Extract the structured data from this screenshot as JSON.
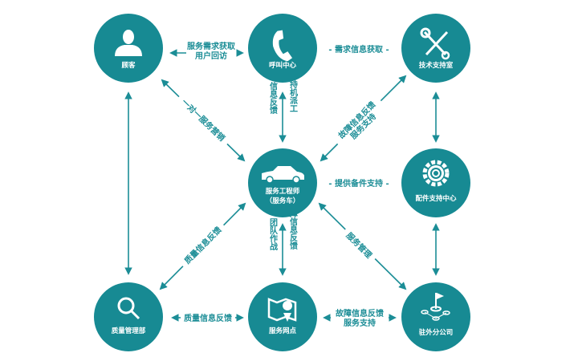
{
  "colors": {
    "node": "#178a93",
    "label": "#1b8d96"
  },
  "nodes": {
    "customer": {
      "label": "顾客",
      "icon": "user-icon"
    },
    "call_center": {
      "label": "呼叫中心",
      "icon": "phone-icon"
    },
    "tech_support": {
      "label": "技术支持室",
      "icon": "tools-icon"
    },
    "engineer": {
      "label1": "服务工程师",
      "label2": "（服务车）",
      "icon": "car-icon"
    },
    "parts_center": {
      "label": "配件支持中心",
      "icon": "gear-icon"
    },
    "quality_dept": {
      "label": "质量管理部",
      "icon": "search-icon"
    },
    "service_point": {
      "label": "服务网点",
      "icon": "map-pin-icon"
    },
    "branch_office": {
      "label": "驻外分公司",
      "icon": "flag-target-icon"
    }
  },
  "edges": {
    "customer_call": {
      "line1": "服务需求获取",
      "line2": "用户回访"
    },
    "call_tech": {
      "label": "- 需求信息获取 -"
    },
    "call_engineer_left": "信息反馈",
    "call_engineer_right": "手持机派工",
    "customer_engineer": {
      "label": "一对一服务营销"
    },
    "tech_engineer": {
      "line1": "故障信息反馈",
      "line2": "服务支持"
    },
    "engineer_parts": {
      "label": "- 提供备件支持 -"
    },
    "engineer_quality": {
      "label": "质量信息反馈"
    },
    "engineer_point_left": "团队作战",
    "engineer_point_right": "故障信息反馈",
    "engineer_branch": {
      "label": "服务管理"
    },
    "quality_point": {
      "label": "质量信息反馈"
    },
    "point_branch": {
      "line1": "故障信息反馈",
      "line2": "服务支持"
    }
  }
}
